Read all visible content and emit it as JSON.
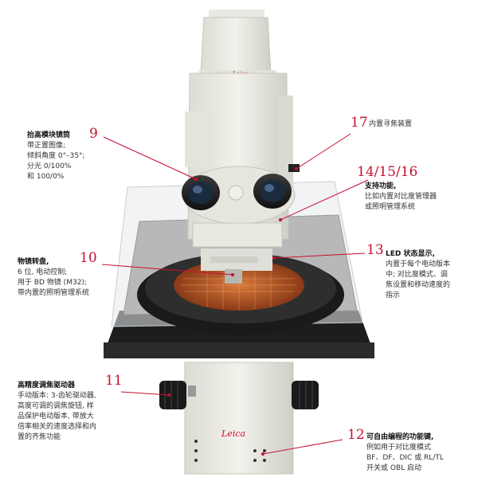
{
  "colors": {
    "accent": "#c8102e",
    "text": "#333333",
    "title": "#111111"
  },
  "callouts": [
    {
      "id": "c9",
      "number": "9",
      "title": "抬高模块镜筒",
      "lines": [
        "带正置图像;",
        "倾斜角度 0°–35°;",
        "分光 0/100%",
        "和 100/0%"
      ]
    },
    {
      "id": "c17",
      "number": "17",
      "title": "内置寻焦装置",
      "lines": []
    },
    {
      "id": "c141516",
      "number": "14/15/16",
      "title": "支持功能,",
      "lines": [
        "比如内置对比度管理器",
        "或照明管理系统"
      ]
    },
    {
      "id": "c10",
      "number": "10",
      "title": "物镜转盘,",
      "lines": [
        "6 位, 电动控制;",
        "用于 BD 物镜 (M32);",
        "带内置的照明管理系统"
      ]
    },
    {
      "id": "c13",
      "number": "13",
      "title": "LED 状态显示,",
      "lines": [
        "内置于每个电动版本",
        "中; 对比度模式、调",
        "焦设置和移动速度的",
        "指示"
      ]
    },
    {
      "id": "c11",
      "number": "11",
      "title": "高精度调焦驱动器",
      "lines": [
        "手动版本: 3-齿轮驱动器,",
        "高度可调的调焦旋钮, 样",
        "品保护电动版本, 带放大",
        "倍率相关的速度选择和内",
        "置的齐焦功能"
      ]
    },
    {
      "id": "c12",
      "number": "12",
      "title": "可自由编程的功能键,",
      "lines": [
        "例如用于对比度模式",
        "BF、DF、DIC 或 RL/TL",
        "开关或 OBL 启动"
      ]
    }
  ],
  "logos": {
    "brand": "Leica"
  }
}
